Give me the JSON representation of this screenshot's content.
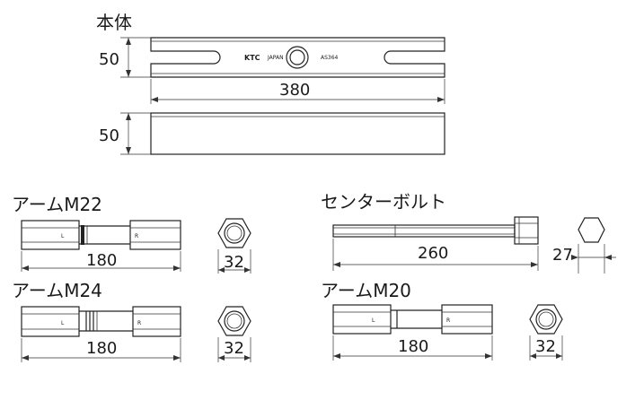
{
  "body_section": {
    "title": "本体",
    "height_dim": "50",
    "length_dim": "380",
    "side_height_dim": "50",
    "brand": "KTC",
    "origin": "JAPAN",
    "part_no": "AS364"
  },
  "arm_m22": {
    "title": "アームM22",
    "length_dim": "180",
    "hex_dim": "32",
    "left_mark": "L",
    "right_mark": "R"
  },
  "arm_m24": {
    "title": "アームM24",
    "length_dim": "180",
    "hex_dim": "32",
    "left_mark": "L",
    "right_mark": "R"
  },
  "center_bolt": {
    "title": "センターボルト",
    "length_dim": "260",
    "hex_dim": "27"
  },
  "arm_m20": {
    "title": "アームM20",
    "length_dim": "180",
    "hex_dim": "32",
    "left_mark": "L",
    "right_mark": "R"
  }
}
